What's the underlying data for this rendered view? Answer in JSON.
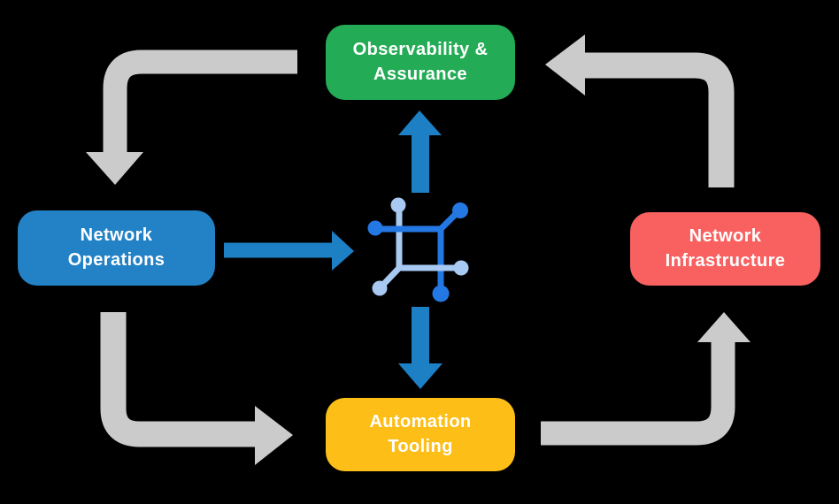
{
  "diagram": {
    "background_color": "#000000",
    "nodes": [
      {
        "id": "observability-assurance",
        "label": "Observability &\nAssurance",
        "color": "#23AC55",
        "position": "top"
      },
      {
        "id": "network-operations",
        "label": "Network\nOperations",
        "color": "#2382C5",
        "position": "left"
      },
      {
        "id": "network-infrastructure",
        "label": "Network\nInfrastructure",
        "color": "#F96161",
        "position": "right"
      },
      {
        "id": "automation-tooling",
        "label": "Automation\nTooling",
        "color": "#FCBE17",
        "position": "bottom"
      }
    ],
    "center_icon": {
      "name": "network-mesh-icon",
      "primary_color": "#2478E3",
      "secondary_color": "#A7C9F2"
    },
    "colors": {
      "cycle_arrow": "#CBCBCB",
      "core_arrow": "#1D7FC4",
      "label_text": "#FFFFFF"
    },
    "edges": {
      "cycle": [
        {
          "from": "observability-assurance",
          "to": "network-operations"
        },
        {
          "from": "network-operations",
          "to": "automation-tooling"
        },
        {
          "from": "automation-tooling",
          "to": "network-infrastructure"
        },
        {
          "from": "network-infrastructure",
          "to": "observability-assurance"
        }
      ],
      "core": [
        {
          "from": "network-operations",
          "to": "center-icon"
        },
        {
          "from": "center-icon",
          "to": "observability-assurance"
        },
        {
          "from": "center-icon",
          "to": "automation-tooling"
        }
      ]
    }
  }
}
